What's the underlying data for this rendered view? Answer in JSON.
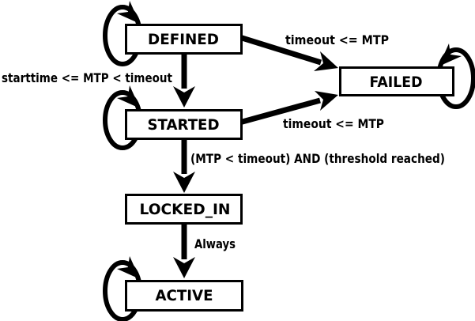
{
  "diagram": {
    "type": "state-machine",
    "colors": {
      "background": "#ffffff",
      "stroke": "#000000",
      "state_fill": "#ffffff",
      "text": "#000000"
    },
    "states": [
      {
        "id": "defined",
        "label": "DEFINED",
        "self_loop": true
      },
      {
        "id": "failed",
        "label": "FAILED",
        "self_loop": true
      },
      {
        "id": "started",
        "label": "STARTED",
        "self_loop": true
      },
      {
        "id": "locked_in",
        "label": "LOCKED_IN",
        "self_loop": false
      },
      {
        "id": "active",
        "label": "ACTIVE",
        "self_loop": true
      }
    ],
    "transitions": [
      {
        "from": "DEFINED",
        "to": "STARTED",
        "label": "starttime <= MTP < timeout"
      },
      {
        "from": "DEFINED",
        "to": "FAILED",
        "label": "timeout <= MTP"
      },
      {
        "from": "STARTED",
        "to": "FAILED",
        "label": "timeout <= MTP"
      },
      {
        "from": "STARTED",
        "to": "LOCKED_IN",
        "label": "(MTP < timeout) AND (threshold reached)"
      },
      {
        "from": "LOCKED_IN",
        "to": "ACTIVE",
        "label": "Always"
      }
    ]
  }
}
